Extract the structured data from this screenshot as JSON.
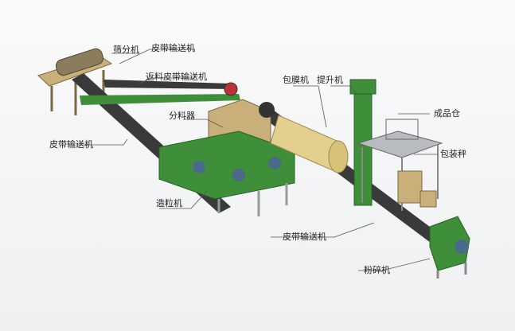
{
  "title": "Fertilizer granulation production line",
  "labels": {
    "screener": "筛分机",
    "belt_conveyor_top": "皮带输送机",
    "return_belt_conveyor": "返料皮带输送机",
    "coating_machine": "包膜机",
    "elevator": "提升机",
    "distributor": "分料器",
    "product_silo": "成品仓",
    "packing_scale": "包装秤",
    "belt_conveyor_left": "皮带输送机",
    "granulator": "造粒机",
    "belt_conveyor_bottom": "皮带输送机",
    "crusher": "粉碎机"
  },
  "colors": {
    "machine_green": "#3f8f3a",
    "frame_tan": "#c9b07a",
    "drum_yellow": "#e3cf8e",
    "belt_dark": "#3a3a3a",
    "frame_gray": "#9aa0a6"
  }
}
